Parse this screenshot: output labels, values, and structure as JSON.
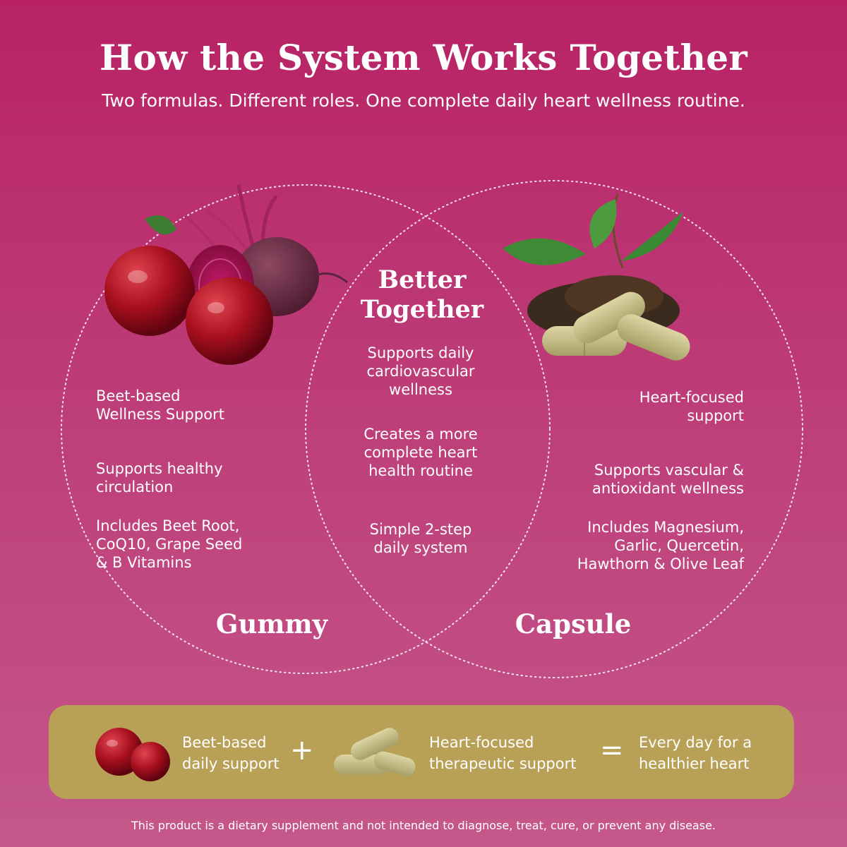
{
  "header": {
    "title": "How the System Works Together",
    "subtitle": "Two formulas. Different roles. One complete daily heart wellness routine."
  },
  "gummy": {
    "name": "Gummy",
    "points": [
      "Beet-based\nWellness Support",
      "Supports healthy\ncirculation",
      "Includes Beet Root,\nCoQ10, Grape Seed\n& B Vitamins"
    ]
  },
  "capsule": {
    "name": "Capsule",
    "points": [
      "Heart-focused\nsupport",
      "Supports vascular &\nantioxidant wellness",
      "Includes Magnesium,\nGarlic, Quercetin,\nHawthorn & Olive Leaf"
    ]
  },
  "overlap": {
    "title": "Better\nTogether",
    "points": [
      "Supports daily\ncardiovascular\nwellness",
      "Creates a more\ncomplete heart\nhealth routine",
      "Simple 2-step\ndaily system"
    ]
  },
  "summary_bar": {
    "gummy_text": "Beet-based\ndaily support",
    "plus": "+",
    "capsule_text": "Heart-focused\ntherapeutic support",
    "equals": "=",
    "result_text": "Every day for a\nhealthier heart"
  },
  "footer": {
    "disclaimer": "This product is a dietary supplement and not intended to diagnose, treat, cure, or prevent any disease."
  },
  "colors": {
    "background_top": "#b82265",
    "background_bottom": "#c4578a",
    "bar": "#b8a157",
    "text": "#ffffff"
  },
  "icons": {
    "gummy_image": "beet-gummy-illustration",
    "capsule_image": "tea-capsule-illustration"
  }
}
